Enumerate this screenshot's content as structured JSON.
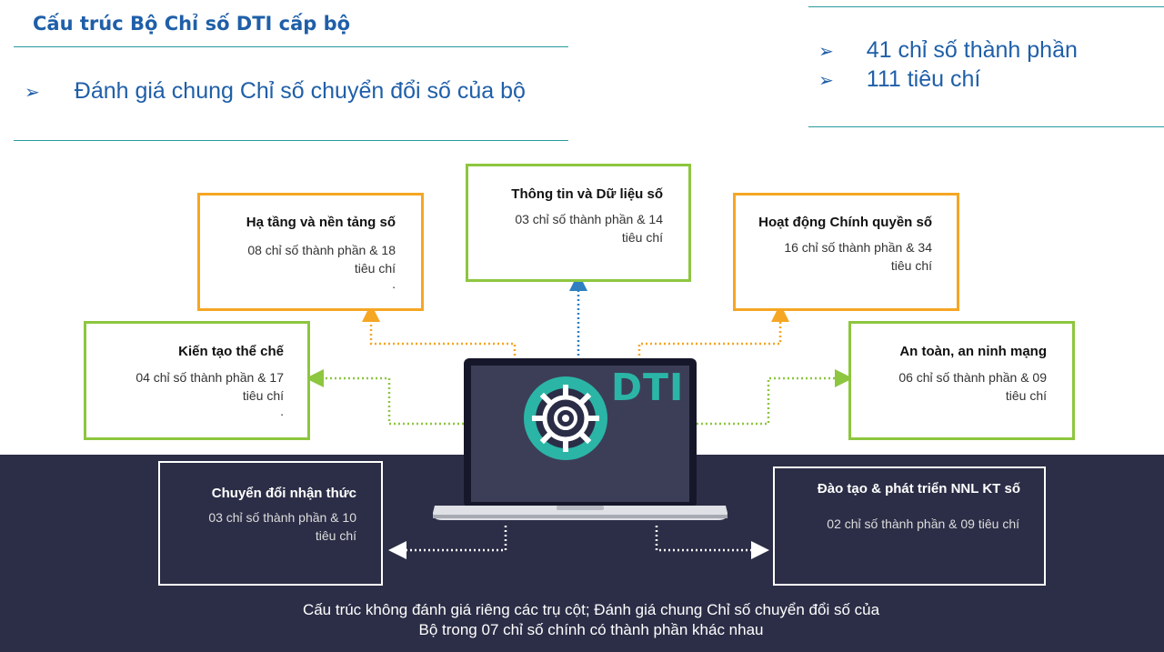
{
  "header": {
    "title": "Cấu trúc Bộ Chỉ số DTI cấp bộ",
    "bullet_glyph": "➢",
    "left_bullet": "Đánh giá chung Chỉ số chuyển đổi số của bộ",
    "right_bullets": [
      "41 chỉ số thành phần",
      "111 tiêu chí"
    ]
  },
  "center": {
    "logo_text": "DTI",
    "gear_icon": "gear-icon"
  },
  "pillars": {
    "thong_tin": {
      "title": "Thông tin và Dữ liệu số",
      "line1": "03 chỉ số thành phần & 14",
      "line2": "tiêu chí"
    },
    "ha_tang": {
      "title": "Hạ tầng và nền tảng số",
      "line1": "08 chỉ số thành phần & 18",
      "line2": "tiêu chí",
      "line3": "."
    },
    "hoat_dong": {
      "title": "Hoạt động Chính quyền số",
      "line1": "16 chỉ số thành phần & 34",
      "line2": "tiêu chí"
    },
    "kien_tao": {
      "title": "Kiến tạo thể chế",
      "line1": "04 chỉ số thành phần & 17",
      "line2": "tiêu chí",
      "line3": "."
    },
    "an_toan": {
      "title": "An toàn, an ninh mạng",
      "line1": "06 chỉ số thành phần & 09",
      "line2": "tiêu chí"
    },
    "chuyen_doi": {
      "title": "Chuyển đổi nhận thức",
      "line1": "03 chỉ số thành phần & 10",
      "line2": "tiêu chí"
    },
    "dao_tao": {
      "title": "Đào tạo & phát triển NNL KT số",
      "line1": "02 chỉ số thành phần & 09 tiêu chí"
    }
  },
  "caption": {
    "line1": "Cấu trúc không đánh giá riêng các trụ cột; Đánh giá chung Chỉ số chuyển đổi số của",
    "line2": "Bộ trong 07 chỉ số chính có thành phần khác nhau"
  },
  "colors": {
    "title_blue": "#1f5fa8",
    "rule_teal": "#2a9a9e",
    "green": "#8dc63f",
    "orange": "#f5a623",
    "connector_blue": "#2f7fc1",
    "dark_band": "#2c2e47",
    "dti_teal": "#2bb5a6"
  }
}
